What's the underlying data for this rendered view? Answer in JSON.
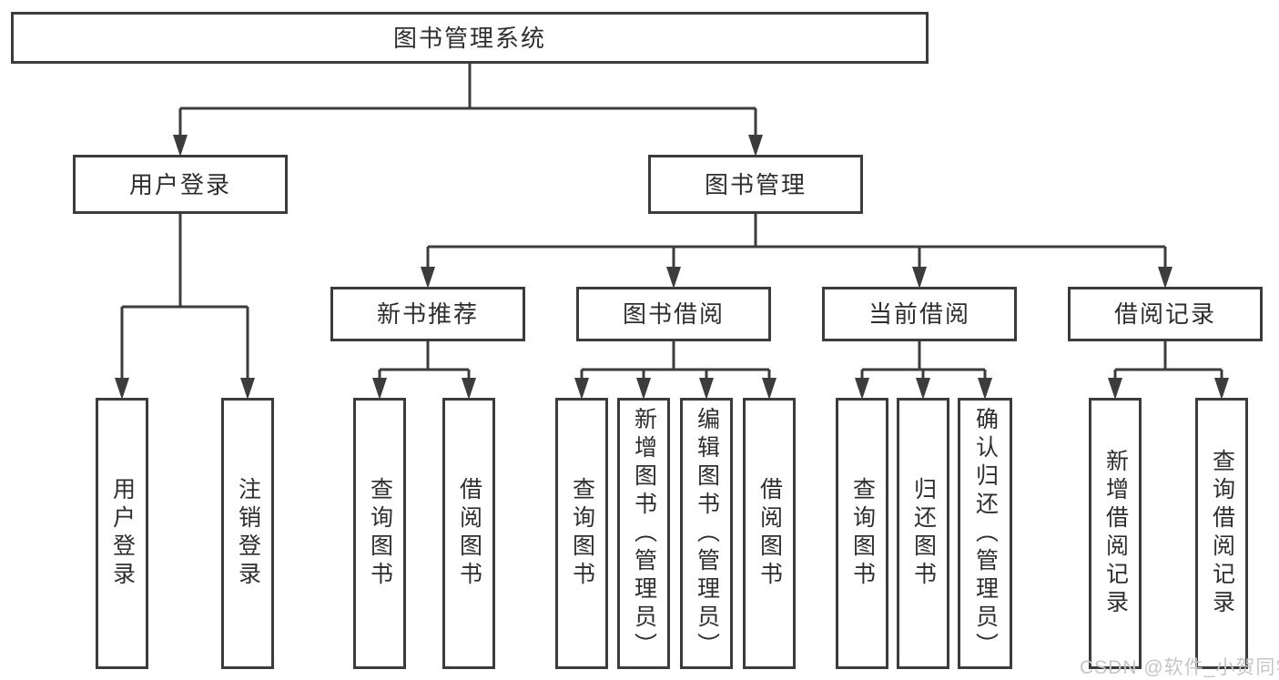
{
  "root": {
    "label": "图书管理系统"
  },
  "user_login": {
    "label": "用户登录",
    "children": [
      {
        "label": "用户登录"
      },
      {
        "label": "注销登录"
      }
    ]
  },
  "book_management": {
    "label": "图书管理",
    "children": [
      {
        "label": "新书推荐",
        "children": [
          {
            "label": "查询图书"
          },
          {
            "label": "借阅图书"
          }
        ]
      },
      {
        "label": "图书借阅",
        "children": [
          {
            "label": "查询图书"
          },
          {
            "label": "新增图书（管理员）"
          },
          {
            "label": "编辑图书（管理员）"
          },
          {
            "label": "借阅图书"
          }
        ]
      },
      {
        "label": "当前借阅",
        "children": [
          {
            "label": "查询图书"
          },
          {
            "label": "归还图书"
          },
          {
            "label": "确认归还（管理员）"
          }
        ]
      },
      {
        "label": "借阅记录",
        "children": [
          {
            "label": "新增借阅记录"
          },
          {
            "label": "查询借阅记录"
          }
        ]
      }
    ]
  },
  "watermark": "CSDN @软件_小贺同学",
  "colors": {
    "line": "#3c3c3c",
    "text": "#2e2e2e",
    "watermark": "#c6c6c6",
    "background": "#ffffff"
  }
}
